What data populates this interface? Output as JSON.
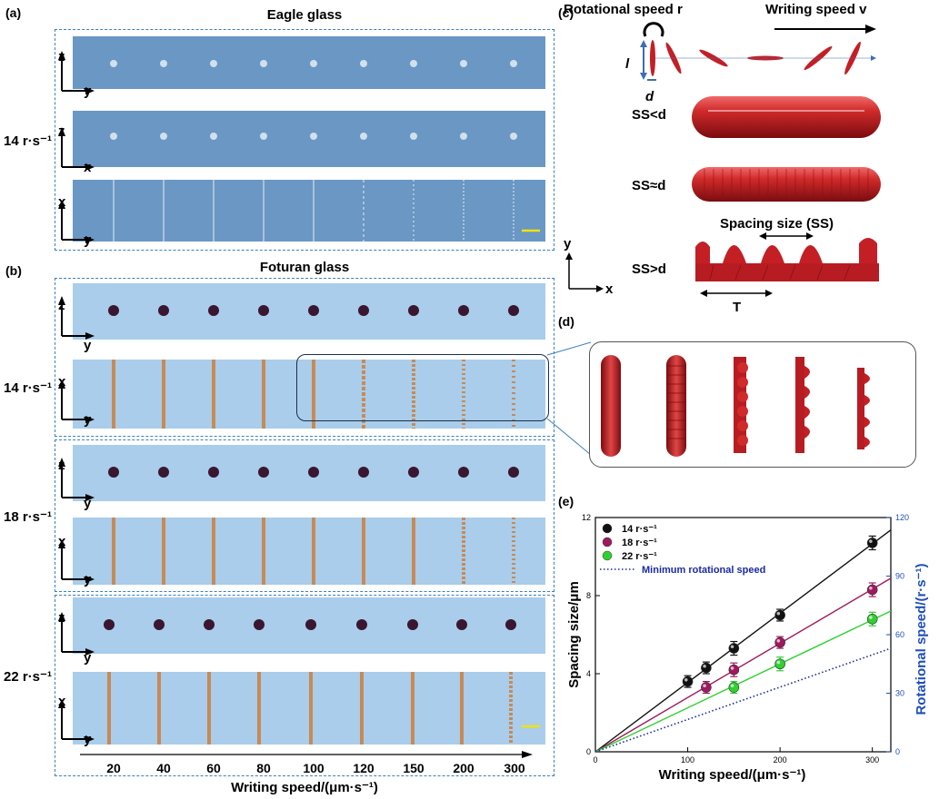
{
  "labels": {
    "a": "(a)",
    "b": "(b)",
    "c": "(c)",
    "d": "(d)",
    "e": "(e)"
  },
  "a": {
    "title": "Eagle glass",
    "speed_label": "14 r·s⁻¹"
  },
  "b": {
    "title": "Foturan glass",
    "speed_labels": [
      "14 r·s⁻¹",
      "18 r·s⁻¹",
      "22 r·s⁻¹"
    ]
  },
  "axes_letters": {
    "z": "z",
    "y": "y",
    "x": "x"
  },
  "writing_axis": {
    "label": "Writing speed/(μm·s⁻¹)",
    "ticks": [
      "20",
      "40",
      "60",
      "80",
      "100",
      "120",
      "150",
      "200",
      "300"
    ]
  },
  "c": {
    "rotational_speed": "Rotational speed r",
    "writing_speed": "Writing speed v",
    "l": "l",
    "d": "d",
    "rows": [
      "SS<d",
      "SS≈d",
      "SS>d"
    ],
    "spacing": "Spacing size (SS)",
    "period": "T",
    "axis_y": "y",
    "axis_x": "x"
  },
  "colors": {
    "eagle_bg": "#6a97c4",
    "foturan_bg": "#a9cdea",
    "track": "#c88a55",
    "dot": "#3a1630",
    "red": "#c41f25",
    "blue_axis": "#1f4fb8"
  },
  "chart_data": {
    "type": "scatter",
    "xlabel": "Writing speed/(μm·s⁻¹)",
    "ylabel": "Spacing size/μm",
    "y2label": "Rotational speed/(r·s⁻¹)",
    "xlim": [
      0,
      320
    ],
    "ylim": [
      0,
      12
    ],
    "y2lim": [
      0,
      120
    ],
    "xticks": [
      "0",
      "100",
      "200",
      "300"
    ],
    "yticks": [
      "0",
      "4",
      "8",
      "12"
    ],
    "y2ticks": [
      "0",
      "30",
      "60",
      "90",
      "120"
    ],
    "series": [
      {
        "name": "14 r·s⁻¹",
        "color": "#111111",
        "x": [
          100,
          120,
          150,
          200,
          300
        ],
        "y": [
          3.6,
          4.3,
          5.3,
          7.0,
          10.7
        ],
        "err": [
          0.3,
          0.3,
          0.35,
          0.3,
          0.35
        ]
      },
      {
        "name": "18 r·s⁻¹",
        "color": "#a0195e",
        "x": [
          120,
          150,
          200,
          300
        ],
        "y": [
          3.3,
          4.2,
          5.6,
          8.3
        ],
        "err": [
          0.3,
          0.35,
          0.3,
          0.35
        ]
      },
      {
        "name": "22 r·s⁻¹",
        "color": "#2fd12f",
        "x": [
          150,
          200,
          300
        ],
        "y": [
          3.3,
          4.5,
          6.8
        ],
        "err": [
          0.3,
          0.35,
          0.35
        ]
      },
      {
        "name": "Minimum rotational speed",
        "color": "#1a2aa8",
        "style": "dotted",
        "x": [
          0,
          320
        ],
        "y2": [
          0,
          53
        ]
      }
    ],
    "legend": "top-left"
  }
}
